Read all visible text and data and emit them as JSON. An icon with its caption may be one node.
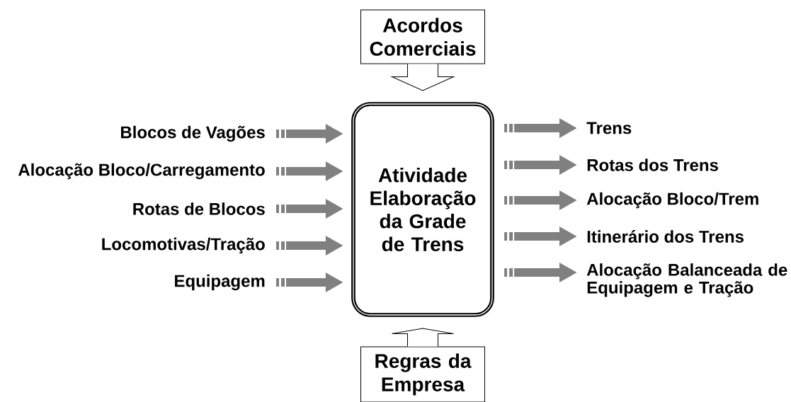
{
  "diagram": {
    "nodes": [
      {
        "text": [
          "Acordos Comerciais"
        ]
      },
      {
        "text": [
          "Blocos de Vagões"
        ]
      },
      {
        "text": [
          "Alocação Bloco/Carregamento"
        ]
      },
      {
        "text": [
          "Rotas de Blocos"
        ]
      },
      {
        "text": [
          "Locomotivas/Tração"
        ]
      },
      {
        "text": [
          "Equipagem"
        ]
      },
      {
        "text": [
          "Atividade Elaboração da Grade de Trens"
        ]
      },
      {
        "text": [
          "Trens"
        ]
      },
      {
        "text": [
          "Rotas dos Trens"
        ]
      },
      {
        "text": [
          "Alocação Bloco/Trem"
        ]
      },
      {
        "text": [
          "Itinerário dos Trens"
        ]
      },
      {
        "text": [
          "Alocação Balanceada de Equipagem e Tração"
        ]
      },
      {
        "text": [
          "Regras da Empresa"
        ]
      }
    ],
    "edges": [
      {
        "from": 0,
        "to": 6,
        "arrow": "to"
      },
      {
        "from": 1,
        "to": 6,
        "arrow": "to"
      },
      {
        "from": 2,
        "to": 6,
        "arrow": "to"
      },
      {
        "from": 3,
        "to": 6,
        "arrow": "to"
      },
      {
        "from": 4,
        "to": 6,
        "arrow": "to"
      },
      {
        "from": 5,
        "to": 6,
        "arrow": "to"
      },
      {
        "from": 6,
        "to": 7,
        "arrow": "to"
      },
      {
        "from": 6,
        "to": 8,
        "arrow": "to"
      },
      {
        "from": 6,
        "to": 9,
        "arrow": "to"
      },
      {
        "from": 6,
        "to": 10,
        "arrow": "to"
      },
      {
        "from": 6,
        "to": 11,
        "arrow": "to"
      },
      {
        "from": 12,
        "to": 6,
        "arrow": "to"
      }
    ]
  }
}
